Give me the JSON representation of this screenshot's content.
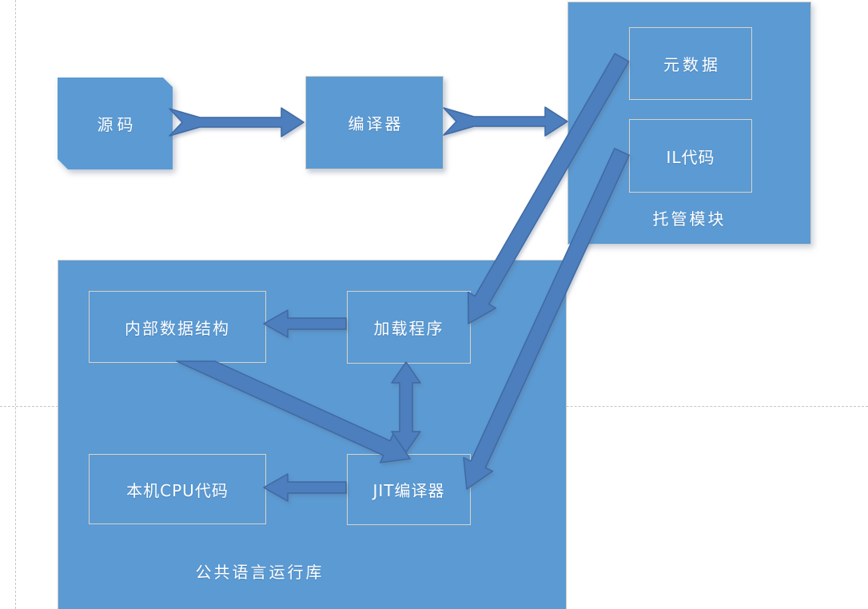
{
  "diagram": {
    "nodes": {
      "source_code": {
        "label": "源码"
      },
      "compiler": {
        "label": "编译器"
      },
      "managed_module": {
        "label": "托管模块"
      },
      "metadata": {
        "label": "元数据"
      },
      "il_code": {
        "label": "IL代码"
      },
      "clr": {
        "label": "公共语言运行库"
      },
      "internal_data_structures": {
        "label": "内部数据结构"
      },
      "loader": {
        "label": "加载程序"
      },
      "native_cpu_code": {
        "label": "本机CPU代码"
      },
      "jit_compiler": {
        "label": "JIT编译器"
      }
    },
    "edges": [
      {
        "from": "source_code",
        "to": "compiler",
        "style": "chevron-tail-horizontal"
      },
      {
        "from": "compiler",
        "to": "managed_module",
        "style": "chevron-tail-horizontal"
      },
      {
        "from": "metadata",
        "to": "loader",
        "style": "diagonal-block"
      },
      {
        "from": "il_code",
        "to": "jit_compiler",
        "style": "diagonal-block"
      },
      {
        "from": "internal_data_structures",
        "to": "jit_compiler",
        "style": "diagonal-block"
      },
      {
        "from": "loader",
        "to": "jit_compiler",
        "style": "double-headed-vertical"
      },
      {
        "from": "loader",
        "to": "internal_data_structures",
        "style": "block-horizontal"
      },
      {
        "from": "jit_compiler",
        "to": "native_cpu_code",
        "style": "block-horizontal"
      }
    ],
    "colors": {
      "shape_fill": "#5b9ad3",
      "shape_border_light": "#dad3c4",
      "arrow_fill": "#4d7ebd",
      "arrow_border": "#3f69a2",
      "guide_line": "#c6c6c6",
      "text": "#ffffff",
      "background": "#ffffff"
    }
  }
}
